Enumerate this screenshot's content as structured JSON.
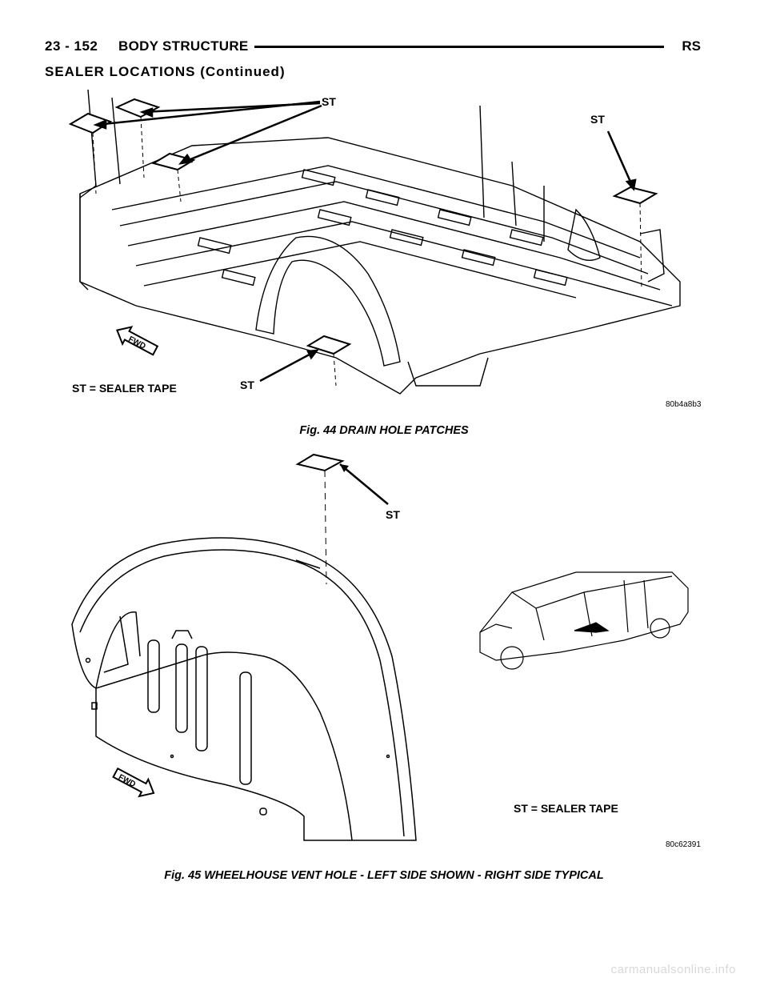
{
  "header": {
    "page_number": "23 - 152",
    "section": "BODY STRUCTURE",
    "code": "RS"
  },
  "subheader": "SEALER LOCATIONS (Continued)",
  "figures": [
    {
      "id": "fig44",
      "caption": "Fig. 44 DRAIN HOLE PATCHES",
      "legend": "ST = SEALER TAPE",
      "callouts": [
        "ST",
        "ST",
        "ST"
      ],
      "fwd": "FWD",
      "image_code": "80b4a8b3"
    },
    {
      "id": "fig45",
      "caption": "Fig. 45 WHEELHOUSE VENT HOLE - LEFT SIDE SHOWN - RIGHT SIDE TYPICAL",
      "legend": "ST = SEALER TAPE",
      "callouts": [
        "ST"
      ],
      "fwd": "FWD",
      "image_code": "80c62391"
    }
  ],
  "footer": "carmanualsonline.info"
}
